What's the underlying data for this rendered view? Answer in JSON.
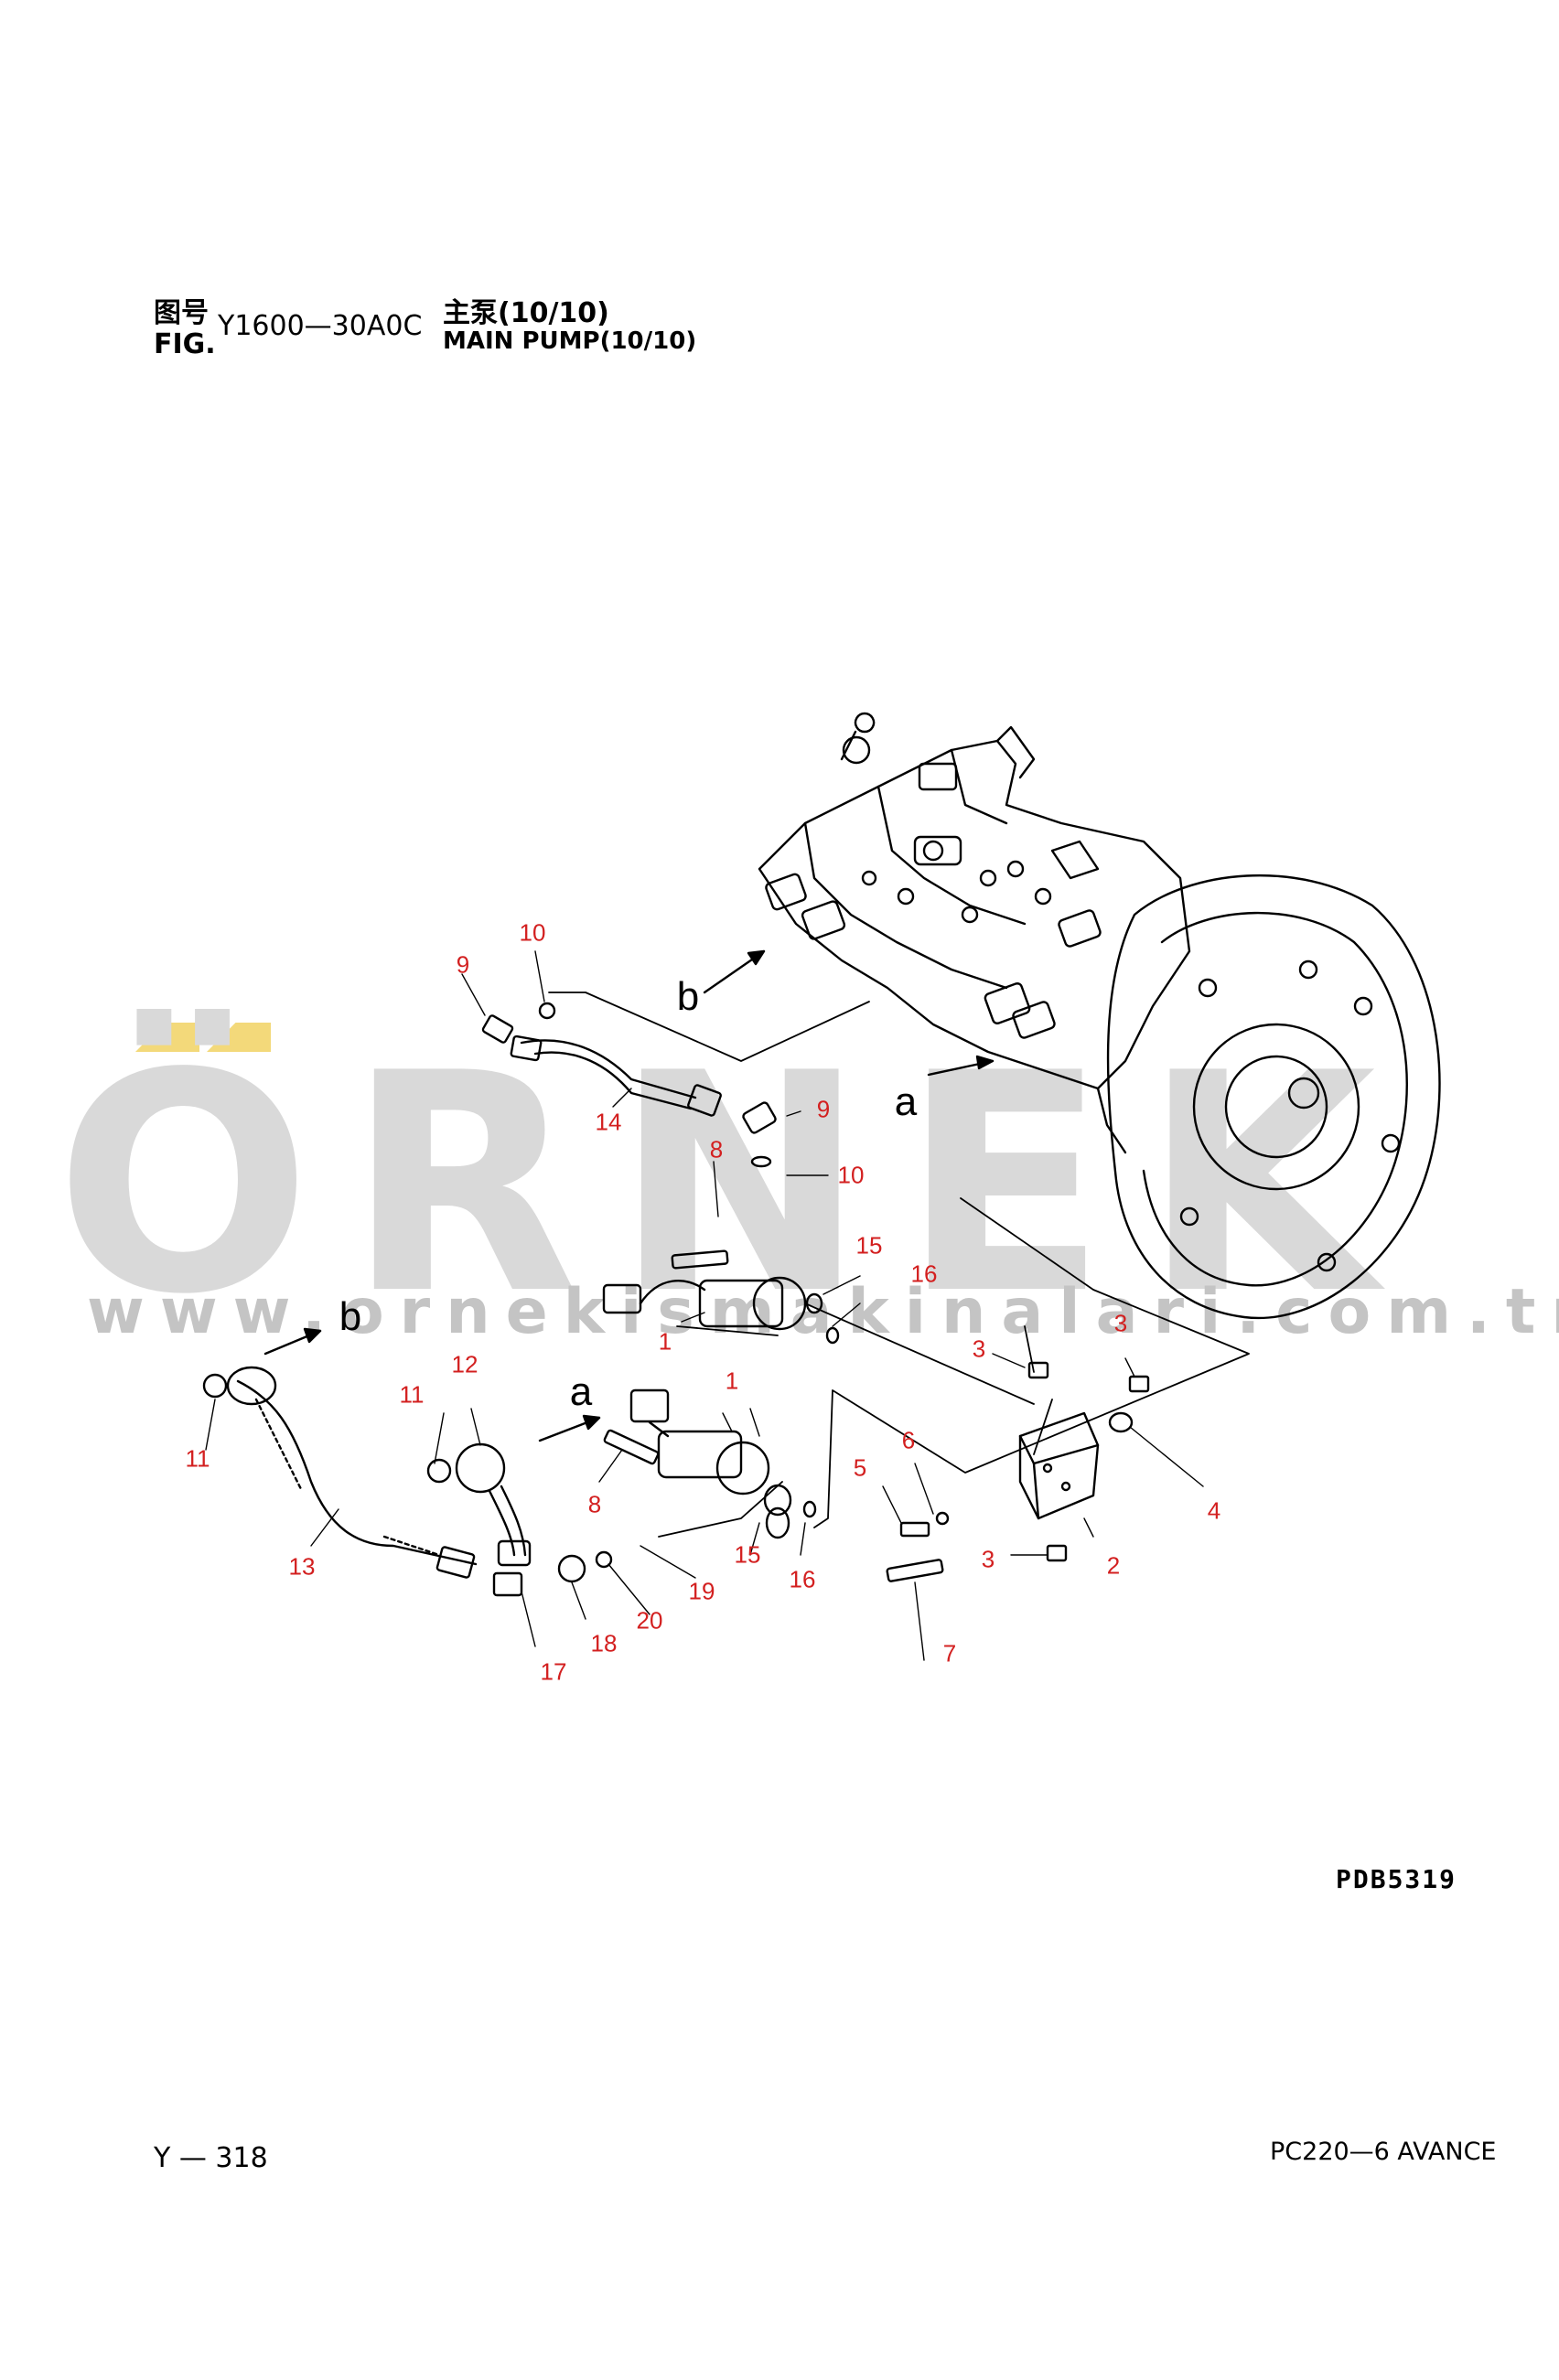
{
  "header": {
    "fig_cn": "图号",
    "fig_en": "FIG.",
    "fig_number": "Y1600—30A0C",
    "title_cn": "主泵(10/10)",
    "title_en": "MAIN PUMP(10/10)"
  },
  "watermark": {
    "word": "ÖRNEK",
    "url": "www.ornekismakinalari.com.tr"
  },
  "diagram": {
    "code": "PDB5319",
    "view_letters": [
      "b",
      "a",
      "a",
      "b"
    ],
    "callouts": [
      "1",
      "1",
      "2",
      "3",
      "3",
      "3",
      "4",
      "5",
      "6",
      "7",
      "8",
      "8",
      "9",
      "9",
      "10",
      "10",
      "11",
      "11",
      "12",
      "13",
      "14",
      "15",
      "15",
      "16",
      "16",
      "17",
      "18",
      "19",
      "20"
    ]
  },
  "footer": {
    "page": "Y — 318",
    "model": "PC220—6 AVANCE"
  },
  "colors": {
    "callout": "#d32020",
    "watermark": "#d9d9d9",
    "watermark_accent": "#f3d97a"
  }
}
